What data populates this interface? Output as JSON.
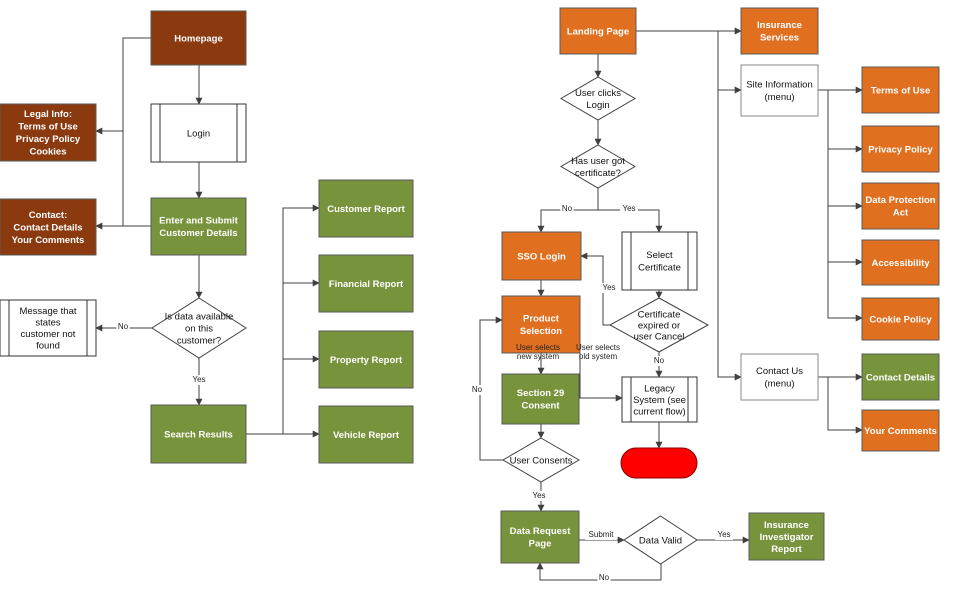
{
  "colors": {
    "brown": "#8B3A0F",
    "orange": "#E07020",
    "green": "#77933C",
    "red": "#FF0000",
    "edge": "#404040",
    "process_fill": "#ffffff"
  },
  "nodes": {
    "homepage": "Homepage",
    "login": "Login",
    "legal_info": [
      "Legal Info:",
      "Terms of Use",
      "Privacy Policy",
      "Cookies"
    ],
    "contact": [
      "Contact:",
      "Contact Details",
      "Your Comments"
    ],
    "enter_submit": [
      "Enter and Submit",
      "Customer Details"
    ],
    "is_data_available": [
      "Is data available",
      "on this",
      "customer?"
    ],
    "message_not_found": [
      "Message that",
      "states",
      "customer not",
      "found"
    ],
    "search_results": "Search Results",
    "customer_report": "Customer Report",
    "financial_report": "Financial Report",
    "property_report": "Property Report",
    "vehicle_report": "Vehicle Report",
    "landing_page": "Landing Page",
    "insurance_services": [
      "Insurance",
      "Services"
    ],
    "user_clicks_login": [
      "User clicks",
      "Login"
    ],
    "has_certificate": [
      "Has user got",
      "certificate?"
    ],
    "site_information": [
      "Site Information",
      "(menu)"
    ],
    "terms_of_use": "Terms of Use",
    "privacy_policy": "Privacy Policy",
    "data_protection": [
      "Data Protection",
      "Act"
    ],
    "accessibility": "Accessibility",
    "cookie_policy": "Cookie Policy",
    "sso_login": "SSO Login",
    "select_certificate": [
      "Select",
      "Certificate"
    ],
    "certificate_expired": [
      "Certificate",
      "expired or",
      "user Cancel"
    ],
    "product_selection": [
      "Product",
      "Selection"
    ],
    "legacy_system": [
      "Legacy",
      "System (see",
      "current flow)"
    ],
    "section29": [
      "Section 29",
      "Consent"
    ],
    "user_consents": "User Consents",
    "contact_us": [
      "Contact Us",
      "(menu)"
    ],
    "contact_details": "Contact Details",
    "your_comments": "Your Comments",
    "data_request_page": [
      "Data Request",
      "Page"
    ],
    "data_valid": "Data Valid",
    "insurance_investigator_report": [
      "Insurance",
      "Investigator",
      "Report"
    ]
  },
  "edge_labels": {
    "no": "No",
    "yes": "Yes",
    "user_selects_new": [
      "User selects",
      "new system"
    ],
    "user_selects_old": [
      "User selects",
      "old system"
    ],
    "submit": "Submit"
  }
}
